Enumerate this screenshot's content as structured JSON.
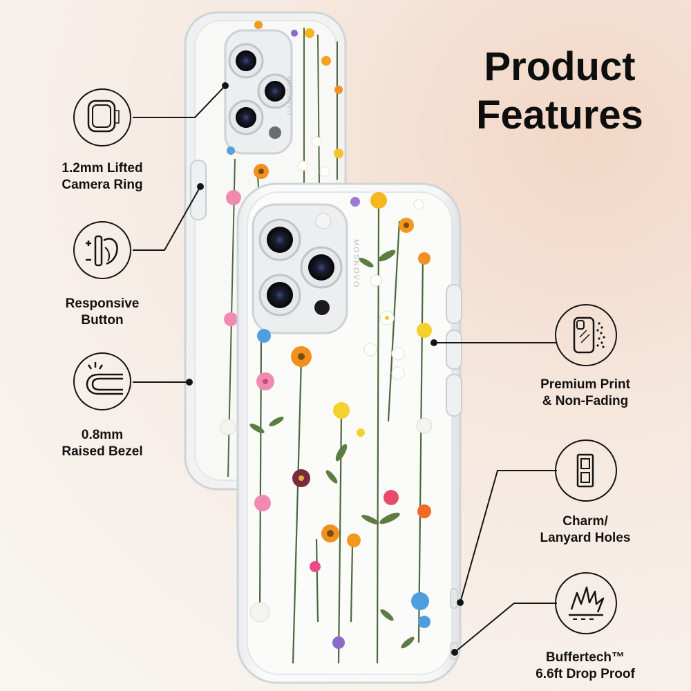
{
  "title": {
    "line1": "Product",
    "line2": "Features"
  },
  "brand_mark": "MOSNOVO",
  "features": {
    "camera_ring": {
      "line1": "1.2mm Lifted",
      "line2": "Camera Ring",
      "icon": "camera-ring-icon"
    },
    "button": {
      "line1": "Responsive",
      "line2": "Button",
      "icon": "button-press-icon"
    },
    "bezel": {
      "line1": "0.8mm",
      "line2": "Raised Bezel",
      "icon": "raised-bezel-icon"
    },
    "print": {
      "line1": "Premium Print",
      "line2": "& Non-Fading",
      "icon": "phone-print-icon"
    },
    "lanyard": {
      "line1": "Charm/",
      "line2": "Lanyard Holes",
      "icon": "lanyard-holes-icon"
    },
    "drop": {
      "line1": "Buffertech™",
      "line2": "6.6ft Drop Proof",
      "icon": "drop-shock-icon"
    }
  },
  "colors": {
    "text": "#111111",
    "line": "#141414",
    "case_edge": "#d9dde0"
  }
}
